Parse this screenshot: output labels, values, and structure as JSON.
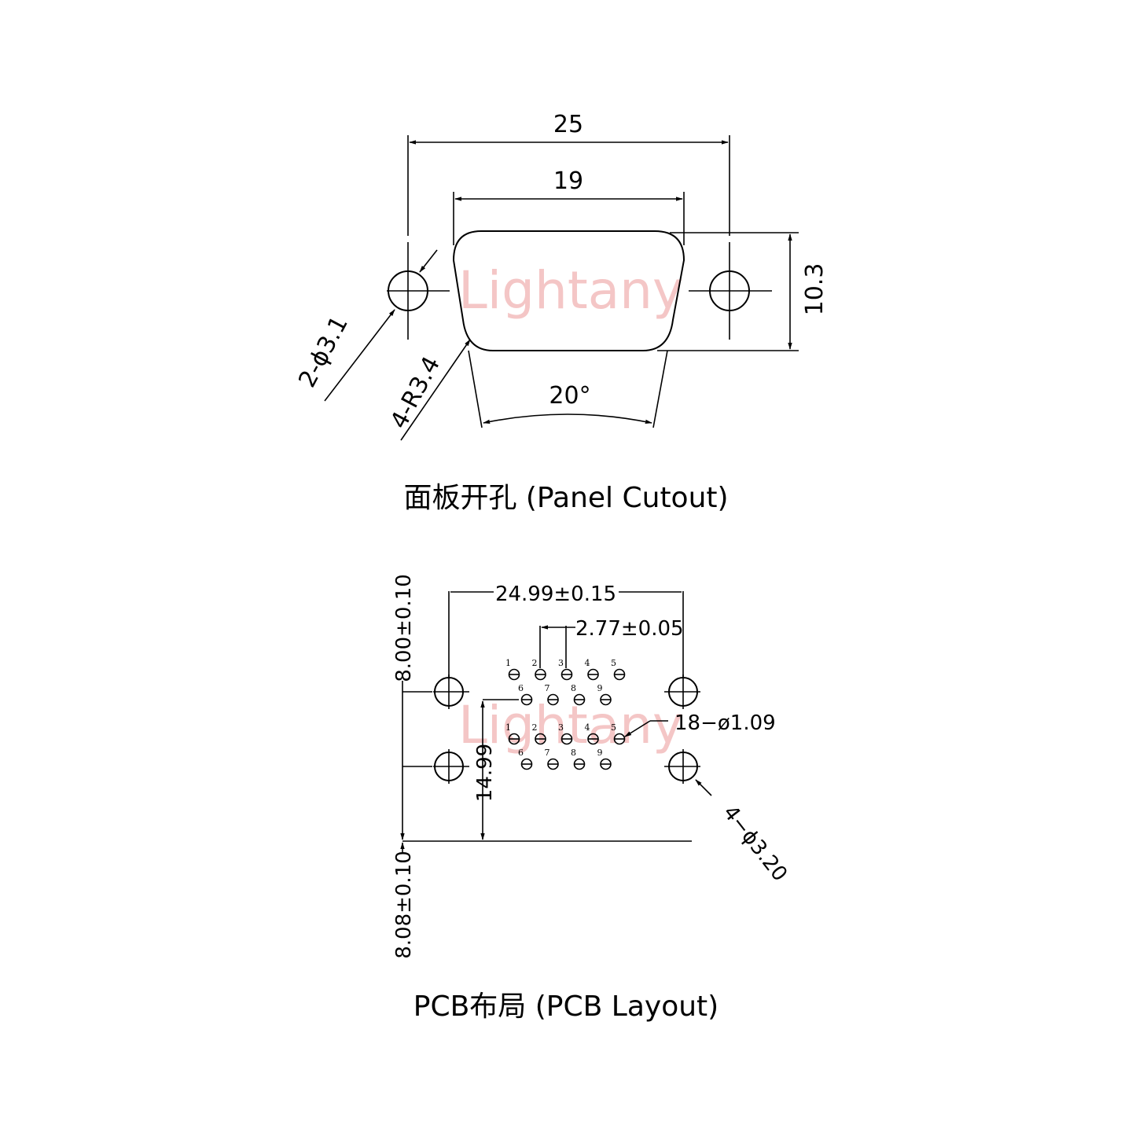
{
  "watermark": "Lightany",
  "panel": {
    "caption": "面板开孔 (Panel Cutout)",
    "dim_overall_width": "25",
    "dim_cutout_width": "19",
    "dim_height": "10.3",
    "dim_hole": "2-ϕ3.1",
    "dim_radius": "4-R3.4",
    "dim_angle": "20°"
  },
  "pcb": {
    "caption": "PCB布局 (PCB Layout)",
    "dim_hole_spacing": "24.99±0.15",
    "dim_pin_pitch": "2.77±0.05",
    "dim_pin_holes": "18−ø1.09",
    "dim_mount_holes": "4−ϕ3.20",
    "dim_top_offset": "8.00±0.10",
    "dim_bottom_offset": "8.08±0.10",
    "dim_row_spacing": "14.99",
    "pin_labels_top_row": [
      "1",
      "2",
      "3",
      "4",
      "5"
    ],
    "pin_labels_bottom_row": [
      "6",
      "7",
      "8",
      "9"
    ]
  }
}
